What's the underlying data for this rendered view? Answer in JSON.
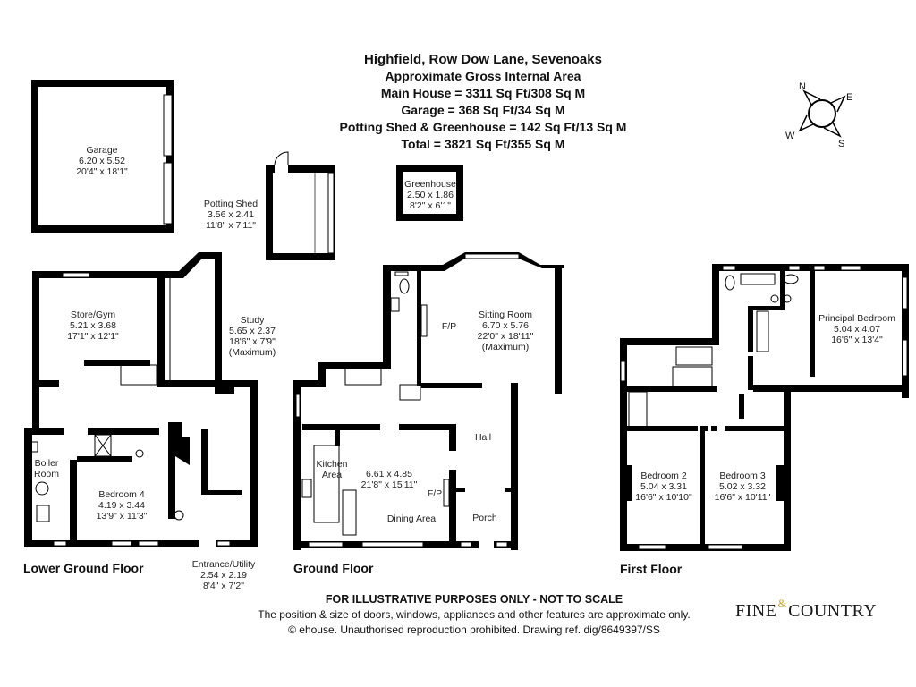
{
  "title": {
    "property": "Highfield, Row Dow Lane, Sevenoaks",
    "subtitle": "Approximate Gross Internal Area",
    "lines": [
      "Main House = 3311 Sq Ft/308 Sq M",
      "Garage = 368 Sq Ft/34 Sq M",
      "Potting Shed & Greenhouse = 142 Sq Ft/13 Sq M",
      "Total = 3821 Sq Ft/355 Sq M"
    ]
  },
  "areas": {
    "main_house": {
      "sq_ft": 3311,
      "sq_m": 308
    },
    "garage": {
      "sq_ft": 368,
      "sq_m": 34
    },
    "potting_shed_greenhouse": {
      "sq_ft": 142,
      "sq_m": 13
    },
    "total": {
      "sq_ft": 3821,
      "sq_m": 355
    }
  },
  "compass": {
    "n": "N",
    "e": "E",
    "s": "S",
    "w": "W"
  },
  "outbuildings": {
    "garage": {
      "name": "Garage",
      "metric": "6.20 x 5.52",
      "imperial": "20'4\" x 18'1\""
    },
    "potting_shed": {
      "name": "Potting Shed",
      "metric": "3.56 x 2.41",
      "imperial": "11'8\" x 7'11\""
    },
    "greenhouse": {
      "name": "Greenhouse",
      "metric": "2.50 x 1.86",
      "imperial": "8'2\" x 6'1\""
    }
  },
  "floors": {
    "lower_ground": {
      "label": "Lower Ground Floor",
      "rooms": {
        "store_gym": {
          "name": "Store/Gym",
          "metric": "5.21 x 3.68",
          "imperial": "17'1\" x 12'1\""
        },
        "study": {
          "name": "Study",
          "metric": "5.65 x 2.37",
          "imperial": "18'6\" x 7'9\"",
          "note": "(Maximum)"
        },
        "boiler_room": {
          "name": "Boiler Room",
          "line1": "Boiler",
          "line2": "Room"
        },
        "bedroom4": {
          "name": "Bedroom 4",
          "metric": "4.19 x 3.44",
          "imperial": "13'9\" x 11'3\""
        },
        "entrance_utility": {
          "name": "Entrance/Utility",
          "metric": "2.54 x 2.19",
          "imperial": "8'4\" x 7'2\""
        }
      }
    },
    "ground": {
      "label": "Ground Floor",
      "rooms": {
        "sitting_room": {
          "name": "Sitting Room",
          "metric": "6.70 x 5.76",
          "imperial": "22'0\" x 18'11\"",
          "note": "(Maximum)",
          "fp": "F/P"
        },
        "kitchen": {
          "line1": "Kitchen",
          "line2": "Area"
        },
        "kitchen_dining": {
          "metric": "6.61 x 4.85",
          "imperial": "21'8\" x 15'11\"",
          "fp": "F/P"
        },
        "dining_area": {
          "name": "Dining Area"
        },
        "hall": {
          "name": "Hall"
        },
        "porch": {
          "name": "Porch"
        }
      }
    },
    "first": {
      "label": "First Floor",
      "rooms": {
        "principal_bedroom": {
          "name": "Principal Bedroom",
          "metric": "5.04 x 4.07",
          "imperial": "16'6\" x 13'4\""
        },
        "bedroom2": {
          "name": "Bedroom 2",
          "metric": "5.04 x 3.31",
          "imperial": "16'6\" x 10'10\""
        },
        "bedroom3": {
          "name": "Bedroom 3",
          "metric": "5.02 x 3.32",
          "imperial": "16'6\" x 10'11\""
        }
      }
    }
  },
  "footer": {
    "disclaimer": "FOR ILLUSTRATIVE PURPOSES ONLY - NOT TO SCALE",
    "note": "The position & size of doors, windows, appliances and other features are approximate only.",
    "copyright": "© ehouse. Unauthorised reproduction prohibited. Drawing ref. dig/8649397/SS"
  },
  "logo": {
    "left": "FINE",
    "amp": "&",
    "right": "COUNTRY",
    "accent_color": "#c9a227"
  }
}
